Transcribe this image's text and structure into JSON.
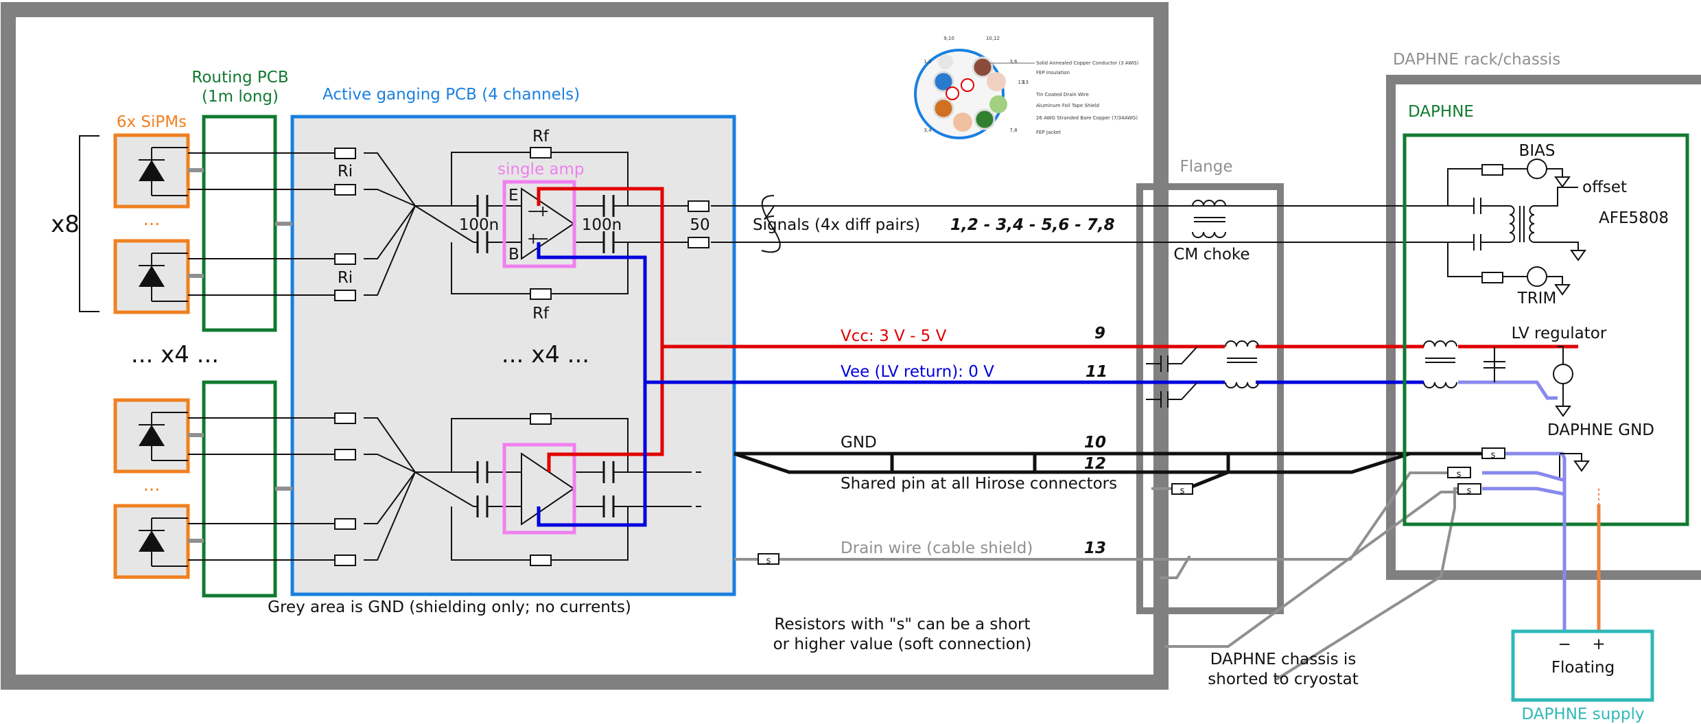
{
  "labels": {
    "sipms": "6x SiPMs",
    "routing_pcb": "Routing PCB",
    "routing_pcb_len": "(1m long)",
    "active_pcb": "Active ganging PCB (4 channels)",
    "x8": "x8",
    "dots": "...",
    "x4_left": "... x4 ...",
    "x4_mid": "... x4 ...",
    "rf": "Rf",
    "ri": "Ri",
    "single_amp": "single amp",
    "cap_100n": "100n",
    "res_50": "50",
    "e": "E",
    "b": "B",
    "signals": "Signals (4x diff pairs)",
    "sig_pins": "1,2 - 3,4 - 5,6 - 7,8",
    "flange": "Flange",
    "cm_choke": "CM choke",
    "rack": "DAPHNE rack/chassis",
    "daphne": "DAPHNE",
    "bias": "BIAS",
    "offset": "offset",
    "afe": "AFE5808",
    "trim": "TRIM",
    "lv_reg": "LV regulator",
    "vcc": "Vcc: 3 V - 5 V",
    "vcc_pin": "9",
    "vee": "Vee (LV return): 0 V",
    "vee_pin": "11",
    "gnd": "GND",
    "gnd_pin": "10",
    "gnd_pin2": "12",
    "shared": "Shared pin at all Hirose connectors",
    "drain": "Drain wire (cable shield)",
    "drain_pin": "13",
    "daphne_gnd": "DAPHNE GND",
    "grey_note": "Grey area is GND (shielding only; no currents)",
    "res_note_1": "Resistors with \"s\" can be a short",
    "res_note_2": "or higher value (soft connection)",
    "chassis_note_1": "DAPHNE chassis is",
    "chassis_note_2": "shorted to cryostat",
    "floating": "Floating",
    "minus": "−",
    "plus": "+",
    "supply": "DAPHNE supply",
    "s": "s",
    "amp_minus": "−",
    "amp_plus": "+"
  },
  "cable": {
    "pin_labels": [
      "9,10",
      "10,12",
      "1,2",
      "3,6",
      "13",
      "3,4",
      "7,8"
    ],
    "legend": [
      "Solid Annealed Copper Conductor (3 AWG)",
      "FEP Insulation",
      "13",
      "Tin Coated Drain Wire",
      "Aluminum Foil Tape Shield",
      "26 AWG Stranded Bare Copper (7/34AWG)",
      "FEP Jacket"
    ]
  },
  "colors": {
    "frame": "#808080",
    "grey_area": "#e6e6e6",
    "orange": "#f08020",
    "green": "#107a30",
    "blue_box": "#1a7fe0",
    "pink": "#f080f0",
    "vcc": "#e00000",
    "vee": "#0000dd",
    "drain": "#909090",
    "lavender": "#8888ee",
    "teal": "#30b8b8",
    "supply_plus": "#f08040"
  }
}
